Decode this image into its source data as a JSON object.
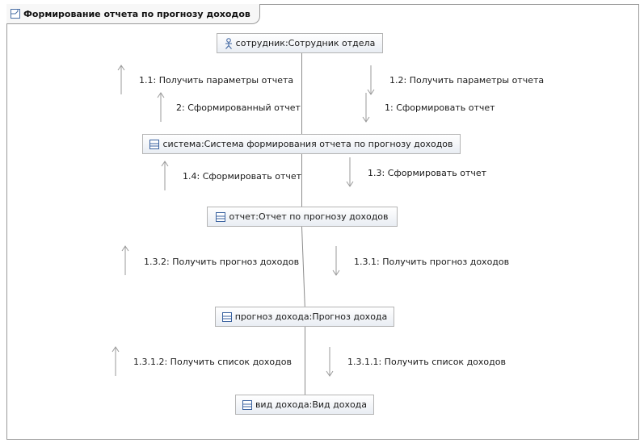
{
  "diagram": {
    "title": "Формирование отчета по прогнозу доходов",
    "title_icon": "diagram-frame-icon",
    "line_color": "#8c8c8c",
    "arrow_color": "#9a9a9a",
    "objects": [
      {
        "id": "employee",
        "label": "сотрудник:Сотрудник отдела",
        "icon": "actor-icon"
      },
      {
        "id": "system",
        "label": "система:Система формирования отчета по прогнозу доходов",
        "icon": "class-icon"
      },
      {
        "id": "report",
        "label": "отчет:Отчет по прогнозу доходов",
        "icon": "class-icon"
      },
      {
        "id": "forecast",
        "label": "прогноз дохода:Прогноз дохода",
        "icon": "class-icon"
      },
      {
        "id": "income-type",
        "label": "вид дохода:Вид дохода",
        "icon": "class-icon"
      }
    ],
    "messages": [
      {
        "label": "1.1: Получить параметры отчета",
        "direction": "up"
      },
      {
        "label": "2: Сформированный отчет",
        "direction": "up"
      },
      {
        "label": "1.2: Получить параметры отчета",
        "direction": "down"
      },
      {
        "label": "1: Сформировать отчет",
        "direction": "down"
      },
      {
        "label": "1.4: Сформировать отчет",
        "direction": "up"
      },
      {
        "label": "1.3: Сформировать отчет",
        "direction": "down"
      },
      {
        "label": "1.3.2: Получить прогноз доходов",
        "direction": "up"
      },
      {
        "label": "1.3.1: Получить прогноз доходов",
        "direction": "down"
      },
      {
        "label": "1.3.1.2: Получить список доходов",
        "direction": "up"
      },
      {
        "label": "1.3.1.1: Получить список доходов",
        "direction": "down"
      }
    ]
  }
}
